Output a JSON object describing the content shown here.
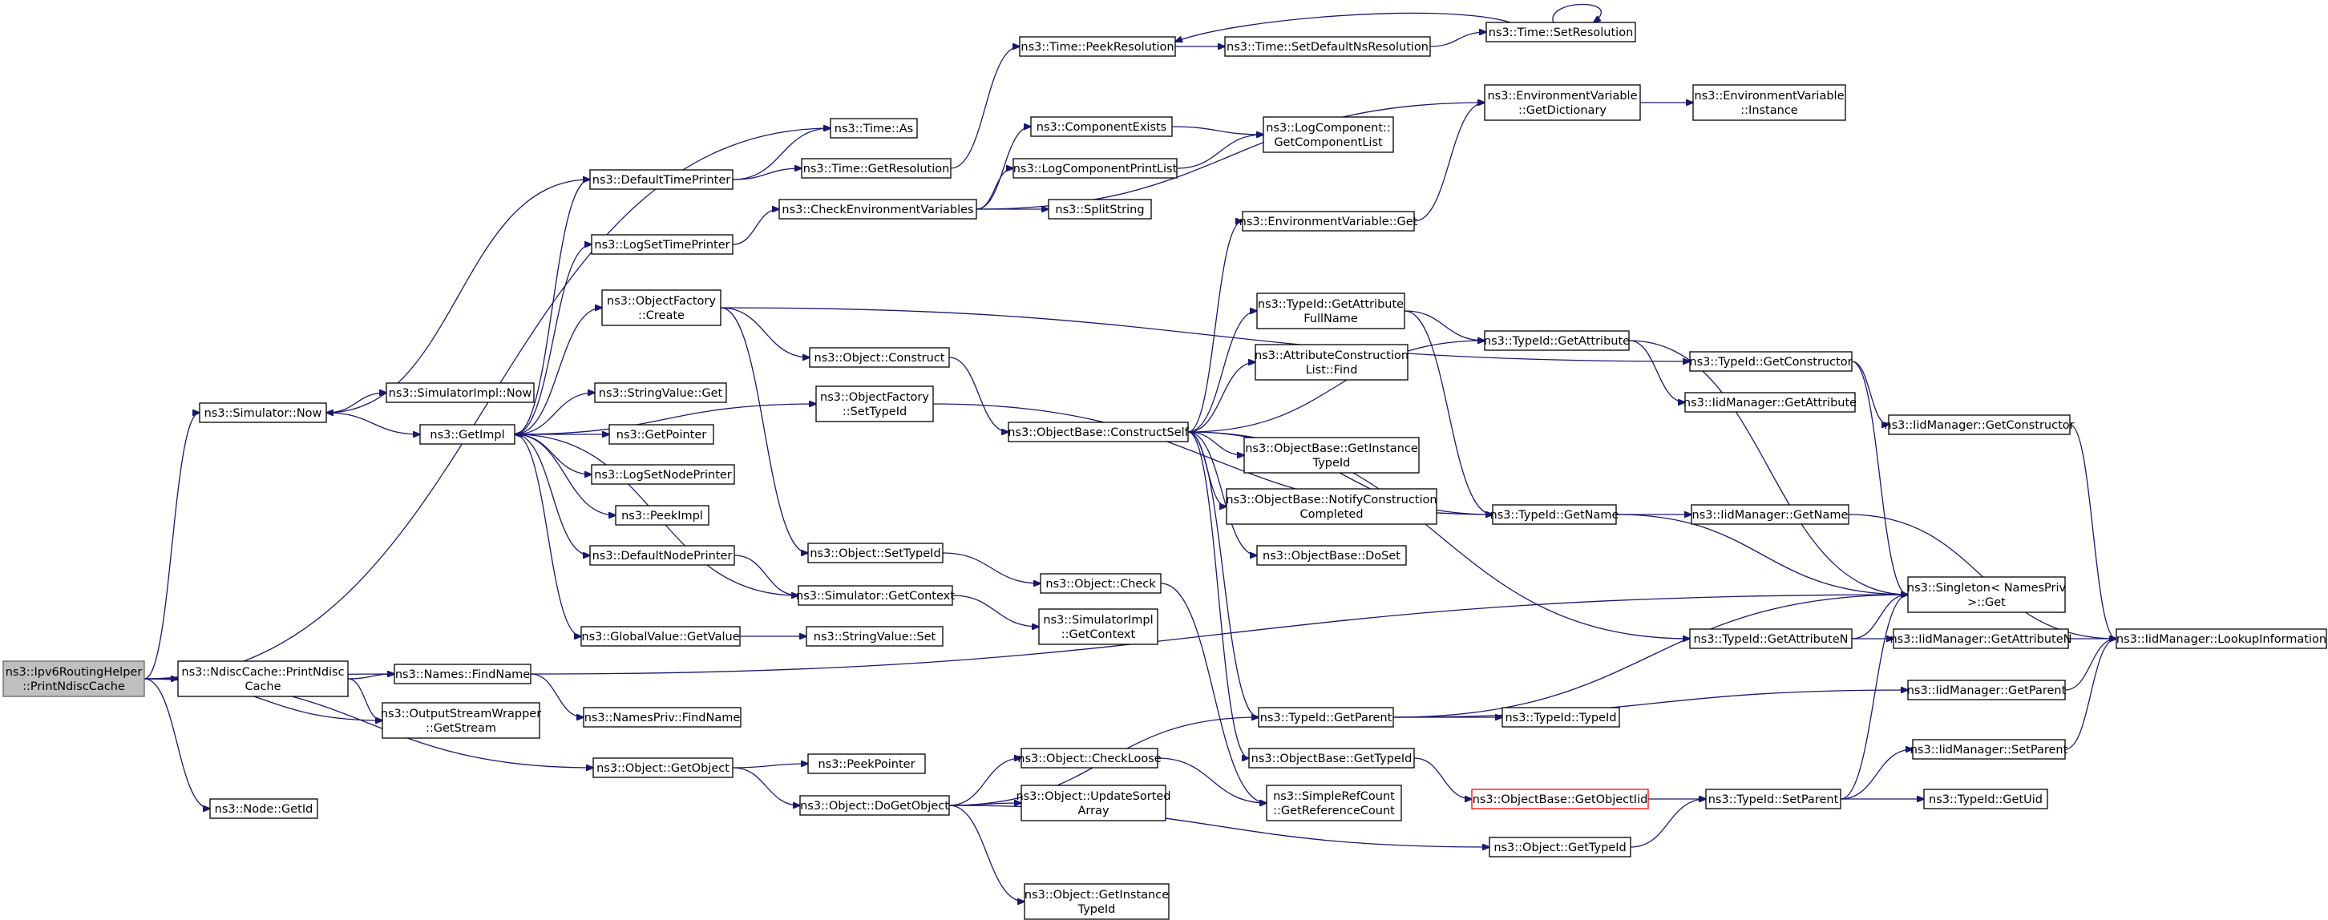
{
  "nodes": [
    {
      "id": "root",
      "lines": [
        "ns3::Ipv6RoutingHelper",
        "::PrintNdiscCache"
      ]
    },
    {
      "id": "ndisc_print",
      "lines": [
        "ns3::NdiscCache::PrintNdisc",
        "Cache"
      ]
    },
    {
      "id": "names_find",
      "lines": [
        "ns3::Names::FindName"
      ]
    },
    {
      "id": "namespriv_find",
      "lines": [
        "ns3::NamesPriv::FindName"
      ]
    },
    {
      "id": "osw_getstream",
      "lines": [
        "ns3::OutputStreamWrapper",
        "::GetStream"
      ]
    },
    {
      "id": "object_getobject",
      "lines": [
        "ns3::Object::GetObject"
      ]
    },
    {
      "id": "node_getid",
      "lines": [
        "ns3::Node::GetId"
      ]
    },
    {
      "id": "peekpointer",
      "lines": [
        "ns3::PeekPointer"
      ]
    },
    {
      "id": "object_dogetobject",
      "lines": [
        "ns3::Object::DoGetObject"
      ]
    },
    {
      "id": "object_checkloose",
      "lines": [
        "ns3::Object::CheckLoose"
      ]
    },
    {
      "id": "object_updatesorted",
      "lines": [
        "ns3::Object::UpdateSorted",
        "Array"
      ]
    },
    {
      "id": "object_getinstancetypeid",
      "lines": [
        "ns3::Object::GetInstance",
        "TypeId"
      ]
    },
    {
      "id": "simplerefcount",
      "lines": [
        "ns3::SimpleRefCount",
        "::GetReferenceCount"
      ]
    },
    {
      "id": "object_gettypeid",
      "lines": [
        "ns3::Object::GetTypeId"
      ]
    },
    {
      "id": "typeid_getparent",
      "lines": [
        "ns3::TypeId::GetParent"
      ]
    },
    {
      "id": "typeid_typeid",
      "lines": [
        "ns3::TypeId::TypeId"
      ]
    },
    {
      "id": "objectbase_gettypeid",
      "lines": [
        "ns3::ObjectBase::GetTypeId"
      ]
    },
    {
      "id": "objectbase_getobjectiid",
      "lines": [
        "ns3::ObjectBase::GetObjectIid"
      ]
    },
    {
      "id": "typeid_setparent",
      "lines": [
        "ns3::TypeId::SetParent"
      ]
    },
    {
      "id": "typeid_getuid",
      "lines": [
        "ns3::TypeId::GetUid"
      ]
    },
    {
      "id": "iid_setparent",
      "lines": [
        "ns3::IidManager::SetParent"
      ]
    },
    {
      "id": "iid_getparent",
      "lines": [
        "ns3::IidManager::GetParent"
      ]
    },
    {
      "id": "iid_lookup",
      "lines": [
        "ns3::IidManager::LookupInformation"
      ]
    },
    {
      "id": "iid_getattributen",
      "lines": [
        "ns3::IidManager::GetAttributeN"
      ]
    },
    {
      "id": "singleton_get",
      "lines": [
        "ns3::Singleton< NamesPriv",
        " >::Get"
      ]
    },
    {
      "id": "typeid_getattributen",
      "lines": [
        "ns3::TypeId::GetAttributeN"
      ]
    },
    {
      "id": "simulator_now",
      "lines": [
        "ns3::Simulator::Now"
      ]
    },
    {
      "id": "simimpl_now",
      "lines": [
        "ns3::SimulatorImpl::Now"
      ]
    },
    {
      "id": "getimpl",
      "lines": [
        "ns3::GetImpl"
      ]
    },
    {
      "id": "defaulttimeprinter",
      "lines": [
        "ns3::DefaultTimePrinter"
      ]
    },
    {
      "id": "logsettimeprinter",
      "lines": [
        "ns3::LogSetTimePrinter"
      ]
    },
    {
      "id": "objectfactory_create",
      "lines": [
        "ns3::ObjectFactory",
        "::Create"
      ]
    },
    {
      "id": "stringvalue_get",
      "lines": [
        "ns3::StringValue::Get"
      ]
    },
    {
      "id": "getpointer",
      "lines": [
        "ns3::GetPointer"
      ]
    },
    {
      "id": "logsetnodeprinter",
      "lines": [
        "ns3::LogSetNodePrinter"
      ]
    },
    {
      "id": "peekimpl",
      "lines": [
        "ns3::PeekImpl"
      ]
    },
    {
      "id": "defaultnodeprinter",
      "lines": [
        "ns3::DefaultNodePrinter"
      ]
    },
    {
      "id": "globalvalue_getvalue",
      "lines": [
        "ns3::GlobalValue::GetValue"
      ]
    },
    {
      "id": "stringvalue_set",
      "lines": [
        "ns3::StringValue::Set"
      ]
    },
    {
      "id": "simulator_getcontext",
      "lines": [
        "ns3::Simulator::GetContext"
      ]
    },
    {
      "id": "simimpl_getcontext",
      "lines": [
        "ns3::SimulatorImpl",
        "::GetContext"
      ]
    },
    {
      "id": "object_settypeid",
      "lines": [
        "ns3::Object::SetTypeId"
      ]
    },
    {
      "id": "object_check",
      "lines": [
        "ns3::Object::Check"
      ]
    },
    {
      "id": "objectfactory_settypeid",
      "lines": [
        "ns3::ObjectFactory",
        "::SetTypeId"
      ]
    },
    {
      "id": "object_construct",
      "lines": [
        "ns3::Object::Construct"
      ]
    },
    {
      "id": "objectbase_constructself",
      "lines": [
        "ns3::ObjectBase::ConstructSelf"
      ]
    },
    {
      "id": "objectbase_getinstancetypeid",
      "lines": [
        "ns3::ObjectBase::GetInstance",
        "TypeId"
      ]
    },
    {
      "id": "objectbase_notify",
      "lines": [
        "ns3::ObjectBase::NotifyConstruction",
        "Completed"
      ]
    },
    {
      "id": "objectbase_doset",
      "lines": [
        "ns3::ObjectBase::DoSet"
      ]
    },
    {
      "id": "attrconstruct_find",
      "lines": [
        "ns3::AttributeConstruction",
        "List::Find"
      ]
    },
    {
      "id": "typeid_getattrfullname",
      "lines": [
        "ns3::TypeId::GetAttribute",
        "FullName"
      ]
    },
    {
      "id": "typeid_getattribute",
      "lines": [
        "ns3::TypeId::GetAttribute"
      ]
    },
    {
      "id": "iid_getattribute",
      "lines": [
        "ns3::IidManager::GetAttribute"
      ]
    },
    {
      "id": "typeid_getname",
      "lines": [
        "ns3::TypeId::GetName"
      ]
    },
    {
      "id": "iid_getname",
      "lines": [
        "ns3::IidManager::GetName"
      ]
    },
    {
      "id": "typeid_getconstructor",
      "lines": [
        "ns3::TypeId::GetConstructor"
      ]
    },
    {
      "id": "iid_getconstructor",
      "lines": [
        "ns3::IidManager::GetConstructor"
      ]
    },
    {
      "id": "envvar_get",
      "lines": [
        "ns3::EnvironmentVariable::Get"
      ]
    },
    {
      "id": "checkenvvars",
      "lines": [
        "ns3::CheckEnvironmentVariables"
      ]
    },
    {
      "id": "componentexists",
      "lines": [
        "ns3::ComponentExists"
      ]
    },
    {
      "id": "logcomponentprintlist",
      "lines": [
        "ns3::LogComponentPrintList"
      ]
    },
    {
      "id": "splitstring",
      "lines": [
        "ns3::SplitString"
      ]
    },
    {
      "id": "logcomponent_getlist",
      "lines": [
        "ns3::LogComponent::",
        "GetComponentList"
      ]
    },
    {
      "id": "envvar_getdict",
      "lines": [
        "ns3::EnvironmentVariable",
        "::GetDictionary"
      ]
    },
    {
      "id": "envvar_instance",
      "lines": [
        "ns3::EnvironmentVariable",
        "::Instance"
      ]
    },
    {
      "id": "time_as",
      "lines": [
        "ns3::Time::As"
      ]
    },
    {
      "id": "time_getresolution",
      "lines": [
        "ns3::Time::GetResolution"
      ]
    },
    {
      "id": "time_peekresolution",
      "lines": [
        "ns3::Time::PeekResolution"
      ]
    },
    {
      "id": "time_setdefaultns",
      "lines": [
        "ns3::Time::SetDefaultNsResolution"
      ]
    },
    {
      "id": "time_setresolution",
      "lines": [
        "ns3::Time::SetResolution"
      ]
    }
  ]
}
